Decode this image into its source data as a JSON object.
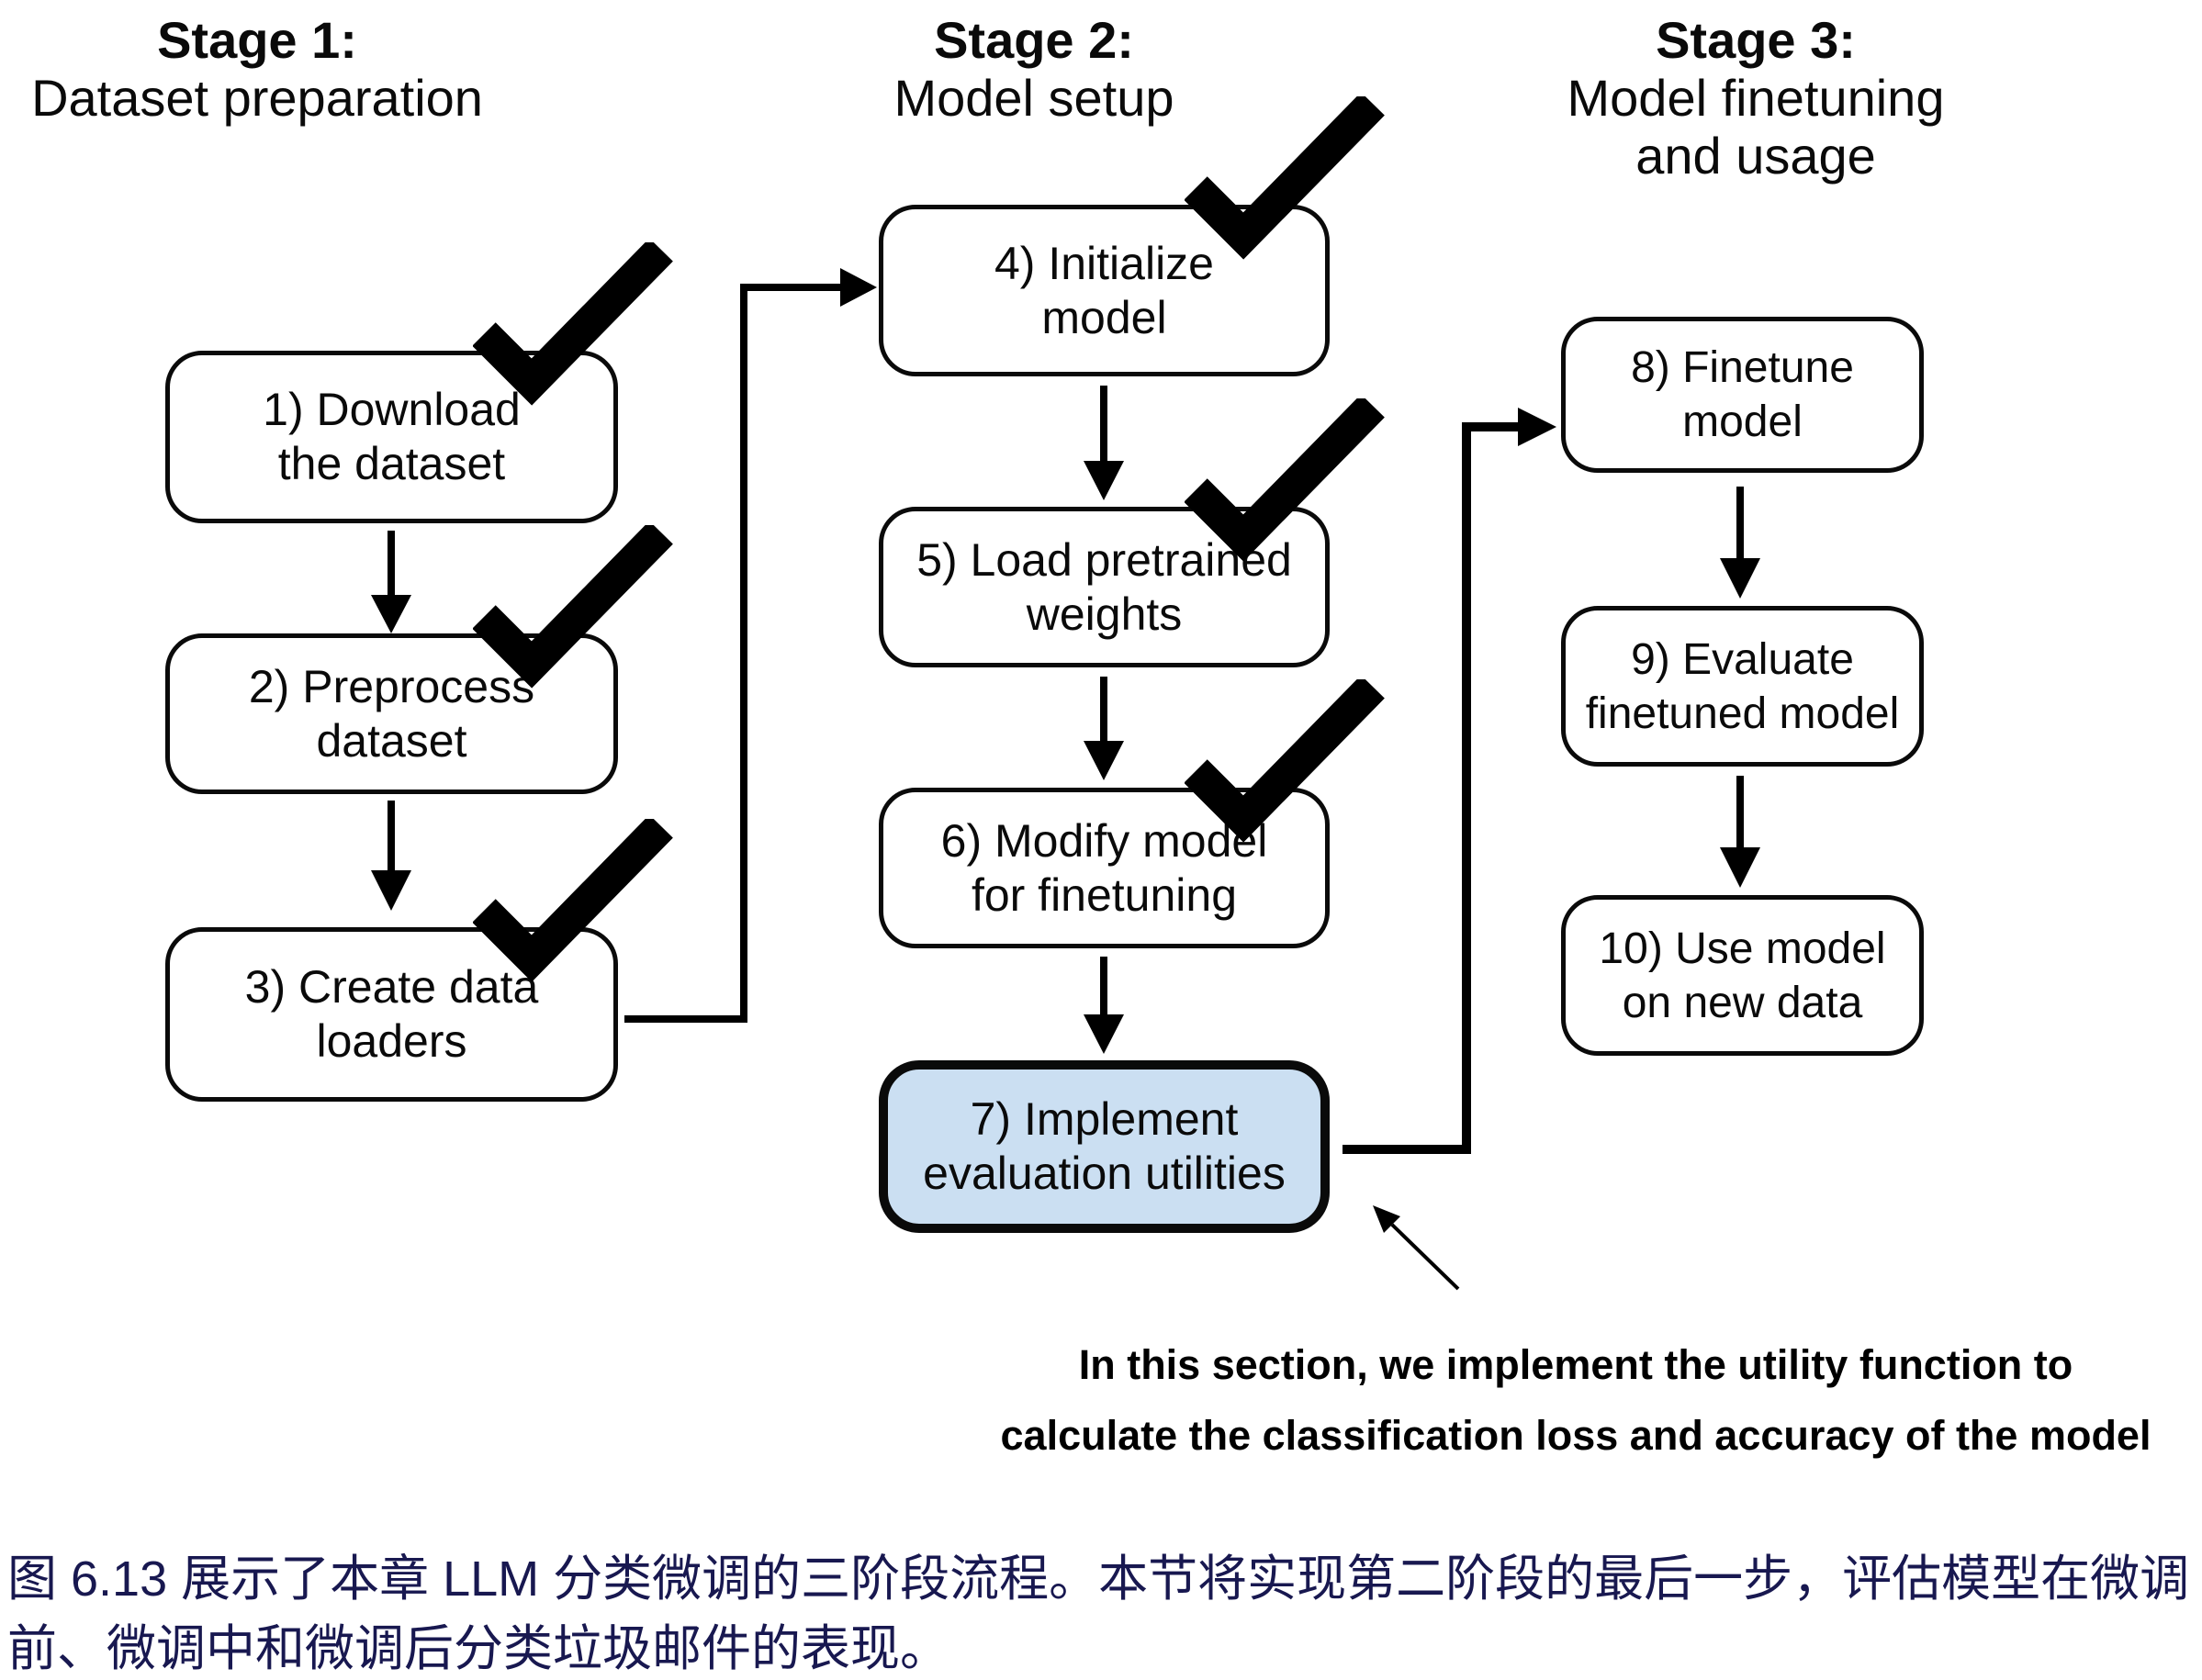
{
  "stages": [
    {
      "title": "Stage 1:",
      "subtitle": "Dataset preparation",
      "steps": [
        {
          "label": "1) Download\nthe dataset",
          "done": true,
          "highlighted": false
        },
        {
          "label": "2) Preprocess\ndataset",
          "done": true,
          "highlighted": false
        },
        {
          "label": "3) Create data\nloaders",
          "done": true,
          "highlighted": false
        }
      ]
    },
    {
      "title": "Stage 2:",
      "subtitle": "Model setup",
      "steps": [
        {
          "label": "4) Initialize\nmodel",
          "done": true,
          "highlighted": false
        },
        {
          "label": "5) Load pretrained\nweights",
          "done": true,
          "highlighted": false
        },
        {
          "label": "6) Modify model\nfor finetuning",
          "done": true,
          "highlighted": false
        },
        {
          "label": "7) Implement\nevaluation utilities",
          "done": false,
          "highlighted": true
        }
      ]
    },
    {
      "title": "Stage 3:",
      "subtitle": "Model finetuning\nand usage",
      "steps": [
        {
          "label": "8) Finetune model",
          "done": false,
          "highlighted": false
        },
        {
          "label": "9) Evaluate\nfinetuned model",
          "done": false,
          "highlighted": false
        },
        {
          "label": "10) Use model\non new data",
          "done": false,
          "highlighted": false
        }
      ]
    }
  ],
  "annotation": {
    "text": "In this section, we implement the utility function to\ncalculate the classification loss and accuracy of the model"
  },
  "caption": {
    "text": "图 6.13 展示了本章 LLM 分类微调的三阶段流程。本节将实现第二阶段的最后一步，评估模型在微调前、微调中和微调后分类垃圾邮件的表现。"
  },
  "colors": {
    "highlight_fill": "#cbdff2",
    "diagram_ink": "#000000",
    "caption_text": "#181850"
  }
}
